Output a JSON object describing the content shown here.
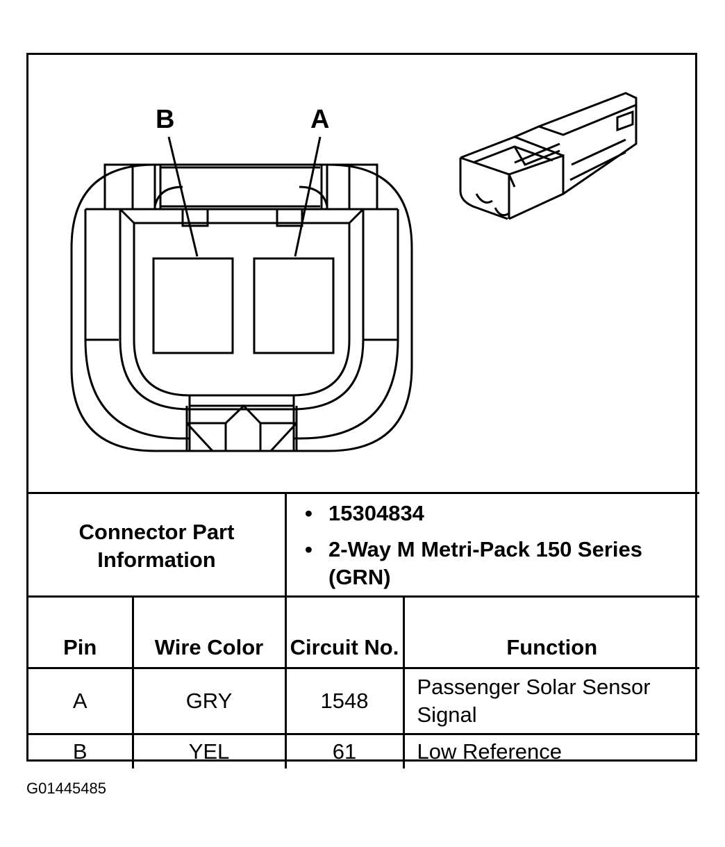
{
  "figure_id": "G01445485",
  "diagram": {
    "pin_label_b": "B",
    "pin_label_a": "A"
  },
  "connector_info": {
    "label": "Connector Part Information",
    "items": [
      "15304834",
      "2-Way M Metri-Pack 150 Series (GRN)"
    ]
  },
  "pin_table": {
    "headers": [
      "Pin",
      "Wire Color",
      "Circuit No.",
      "Function"
    ],
    "rows": [
      {
        "pin": "A",
        "wire_color": "GRY",
        "circuit": "1548",
        "function": "Passenger Solar Sensor Signal"
      },
      {
        "pin": "B",
        "wire_color": "YEL",
        "circuit": "61",
        "function": "Low Reference"
      }
    ]
  }
}
